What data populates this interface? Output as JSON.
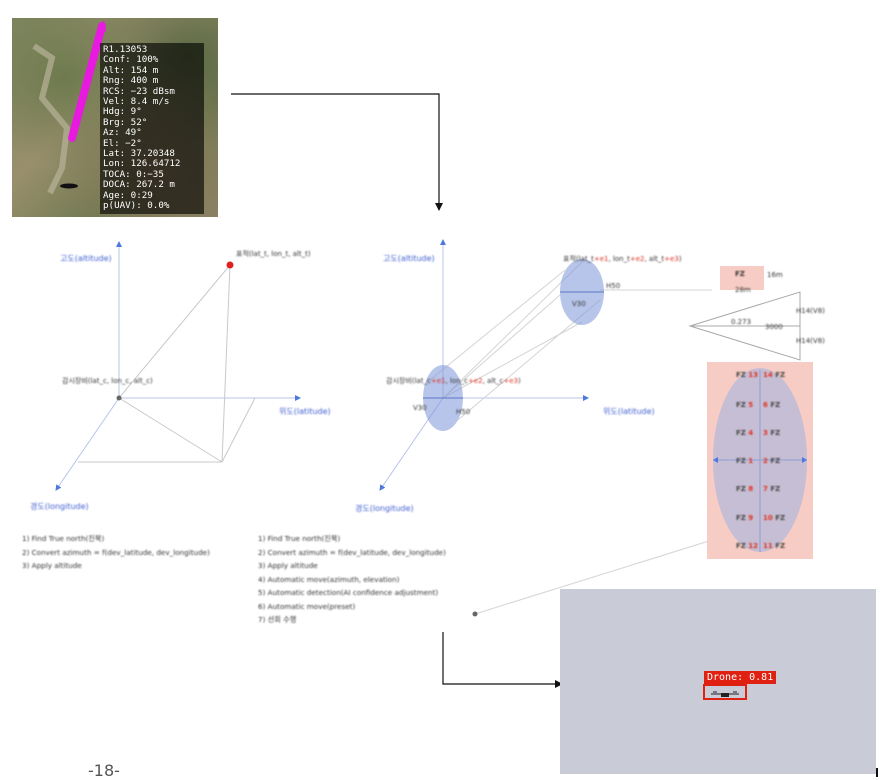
{
  "radar": {
    "info_lines": [
      "R1.13053",
      "Conf: 100%",
      "Alt: 154 m",
      "Rng: 400 m",
      "RCS: −23 dBsm",
      "Vel: 8.4 m/s",
      "Hdg: 9°",
      "Brg: 52°",
      "Az: 49°",
      "El: −2°",
      "Lat: 37.20348",
      "Lon: 126.64712",
      "TOCA: 0:−35",
      "DOCA: 267.2 m",
      "Age: 0:29",
      "p(UAV): 0.0%"
    ],
    "track_color": "#e81ae0"
  },
  "diagram_left": {
    "altitude_label": "고도(altitude)",
    "latitude_label": "위도(latitude)",
    "longitude_label": "경도(longitude)",
    "target_label": "표적(lat_t, lon_t, alt_t)",
    "sensor_label": "감시장비(lat_c, lon_c, alt_c)",
    "steps": [
      "1) Find True north(진북)",
      "2) Convert azimuth = f(dev_latitude, dev_longitude)",
      "3) Apply altitude"
    ]
  },
  "diagram_right": {
    "altitude_label": "고도(altitude)",
    "latitude_label": "위도(latitude)",
    "longitude_label": "경도(longitude)",
    "target_prefix": "표적(lat_t",
    "target_e1": "+e1",
    "target_mid1": ", lon_t",
    "target_e2": "+e2",
    "target_mid2": ", alt_t",
    "target_e3": "+e3",
    "target_suffix": ")",
    "sensor_prefix": "감시장비(lat_c",
    "sensor_e1": "+e1",
    "sensor_mid1": ", lon_c",
    "sensor_e2": "+e2",
    "sensor_mid2": ", alt_c",
    "sensor_e3": "+e3",
    "sensor_suffix": ")",
    "h50_top": "H50",
    "v30_top": "V30",
    "v30_bottom": "V30",
    "h50_bottom": "H50",
    "steps": [
      "1) Find True north(진북)",
      "2) Convert azimuth = f(dev_latitude, dev_longitude)",
      "3) Apply altitude",
      "4) Automatic move(azimuth, elevation)",
      "5) Automatic detection(AI confidence adjustment)",
      "6) Automatic move(preset)",
      "7) 선회 수행"
    ]
  },
  "fov": {
    "fz_label": "FZ",
    "size_16m": "16m",
    "size_28m": "28m",
    "h14_top": "H14(V8)",
    "h14_bottom": "H14(V8)",
    "angle": "0.273",
    "distance": "3000"
  },
  "fz_zones": [
    {
      "left": "FZ",
      "left_num": "13",
      "right_num": "14",
      "right": "FZ"
    },
    {
      "left": "FZ",
      "left_num": "5",
      "right_num": "6",
      "right": "FZ"
    },
    {
      "left": "FZ",
      "left_num": "4",
      "right_num": "3",
      "right": "FZ"
    },
    {
      "left": "FZ",
      "left_num": "1",
      "right_num": "2",
      "right": "FZ"
    },
    {
      "left": "FZ",
      "left_num": "8",
      "right_num": "7",
      "right": "FZ"
    },
    {
      "left": "FZ",
      "left_num": "9",
      "right_num": "10",
      "right": "FZ"
    },
    {
      "left": "FZ",
      "left_num": "12",
      "right_num": "11",
      "right": "FZ"
    }
  ],
  "camera": {
    "detection_label": "Drone: 0.81"
  },
  "page_number": "-18-"
}
